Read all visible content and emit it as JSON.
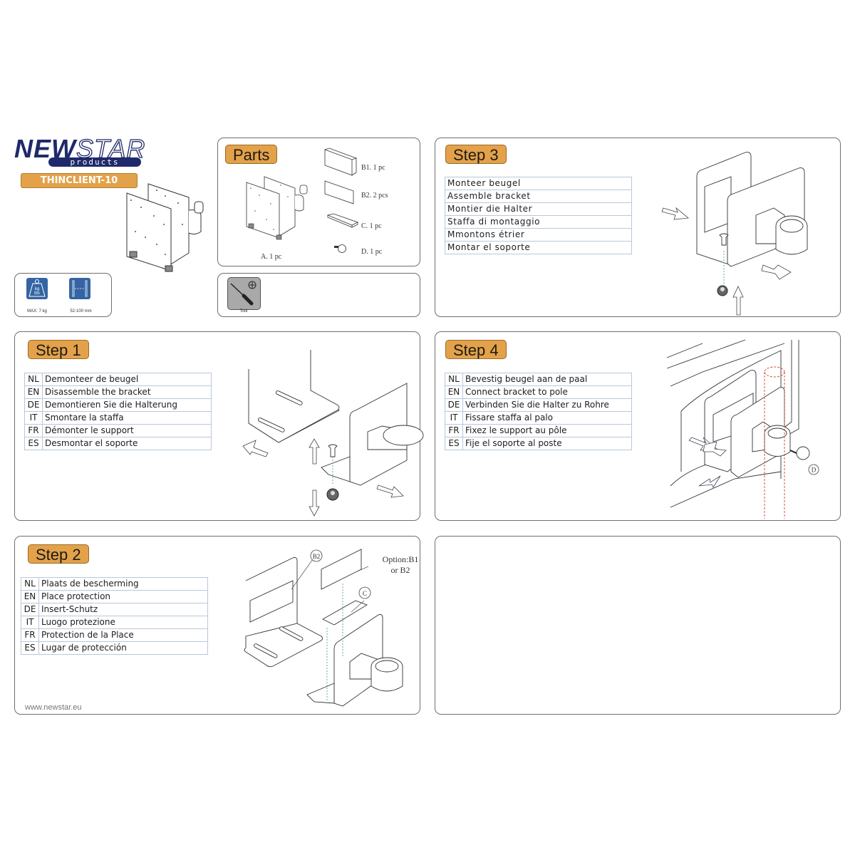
{
  "header": {
    "brand_new": "NEW",
    "brand_star": "STAR",
    "brand_sub": "products",
    "model": "THINCLIENT-10",
    "colors": {
      "brand_blue": "#1f2a6b",
      "accent_orange": "#e3a24a",
      "spec_blue": "#3464a3"
    }
  },
  "specs": [
    {
      "icon": "weight-icon",
      "icon_text_1": "kg",
      "icon_text_2": "lbs",
      "label": "MAX: 7 kg"
    },
    {
      "icon": "width-range-icon",
      "label": "52-100 mm"
    }
  ],
  "parts": {
    "title": "Parts",
    "items": [
      {
        "id": "A",
        "label": "A. 1 pc"
      },
      {
        "id": "B1",
        "label": "B1. 1 pc"
      },
      {
        "id": "B2",
        "label": "B2. 2 pcs"
      },
      {
        "id": "C",
        "label": "C. 1 pc"
      },
      {
        "id": "D",
        "label": "D. 1 pc"
      }
    ]
  },
  "tools": {
    "label": "Tool",
    "icon": "screwdriver-icon"
  },
  "steps": {
    "step1": {
      "title": "Step 1",
      "rows": [
        {
          "code": "NL",
          "text": "Demonteer de beugel"
        },
        {
          "code": "EN",
          "text": "Disassemble the bracket"
        },
        {
          "code": "DE",
          "text": "Demontieren Sie die Halterung"
        },
        {
          "code": "IT",
          "text": "Smontare la staffa"
        },
        {
          "code": "FR",
          "text": "Démonter le support"
        },
        {
          "code": "ES",
          "text": "Desmontar el soporte"
        }
      ]
    },
    "step2": {
      "title": "Step 2",
      "rows": [
        {
          "code": "NL",
          "text": "Plaats de bescherming"
        },
        {
          "code": "EN",
          "text": "Place protection"
        },
        {
          "code": "DE",
          "text": "Insert-Schutz"
        },
        {
          "code": "IT",
          "text": "Luogo protezione"
        },
        {
          "code": "FR",
          "text": "Protection de la Place"
        },
        {
          "code": "ES",
          "text": "Lugar de protección"
        }
      ],
      "callouts": {
        "b2": "B2",
        "c": "C",
        "option_line1": "Option:B1",
        "option_line2": "or B2"
      }
    },
    "step3": {
      "title": "Step 3",
      "rows": [
        {
          "text": "Monteer beugel"
        },
        {
          "text": "Assemble bracket"
        },
        {
          "text": "Montier die Halter"
        },
        {
          "text": "Staffa di montaggio"
        },
        {
          "text": "Mmontons étrier"
        },
        {
          "text": "Montar el soporte"
        }
      ]
    },
    "step4": {
      "title": "Step 4",
      "rows": [
        {
          "code": "NL",
          "text": "Bevestig beugel aan de paal"
        },
        {
          "code": "EN",
          "text": "Connect bracket to pole"
        },
        {
          "code": "DE",
          "text": "Verbinden Sie die Halter zu Rohre"
        },
        {
          "code": "IT",
          "text": "Fissare staffa al palo"
        },
        {
          "code": "FR",
          "text": "Fixez le support au pôle"
        },
        {
          "code": "ES",
          "text": "Fije el soporte al poste"
        }
      ],
      "callouts": {
        "d": "D"
      }
    }
  },
  "footer": {
    "url": "www.newstar.eu"
  }
}
